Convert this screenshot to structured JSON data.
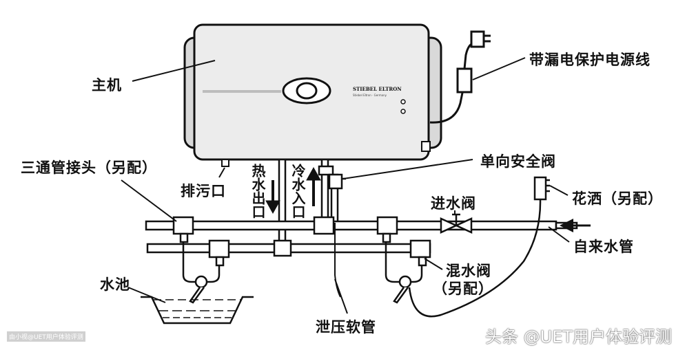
{
  "title": "电热水器安装示意图",
  "labels": {
    "main_unit": "主机",
    "power_cord": "带漏电保护电源线",
    "tee_joint": "三通管接头（另配）",
    "drain_outlet": "排污口",
    "hot_water_out": "热水出口",
    "cold_water_in": "冷水入口",
    "check_valve": "单向安全阀",
    "inlet_valve": "进水阀",
    "shower": "花洒（另配）",
    "tap_water_pipe": "自来水管",
    "mixing_valve": "混水阀",
    "mixing_valve_note": "（另配）",
    "sink": "水池",
    "pressure_relief_hose": "泄压软管"
  },
  "brand": {
    "name": "STIEBEL ELTRON",
    "subtitle": "Stiebel Eltron · Germany"
  },
  "watermarks": {
    "left": "由小视@UET用户体验评测",
    "right": "头条 @UET用户体验评测"
  },
  "colors": {
    "line": "#111111",
    "tank_fill": "#ececec",
    "tank_stroke": "#111111",
    "pipe_fill": "#ffffff",
    "wm_text": "#ffffff"
  }
}
